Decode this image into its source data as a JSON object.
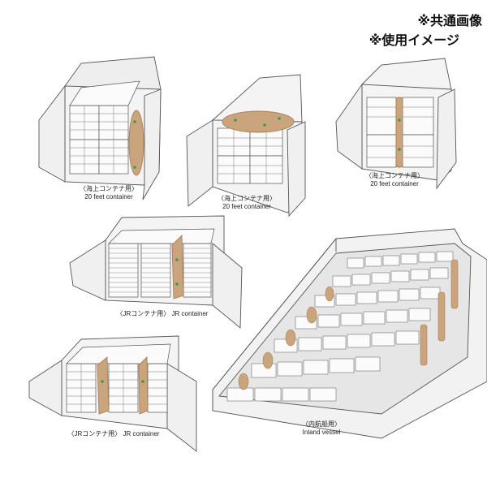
{
  "notes": {
    "common_image": "※共通画像",
    "usage_image": "※使用イメージ"
  },
  "figures": [
    {
      "id": "sea-20ft-side",
      "caption_ja": "〈海上コンテナ用〉",
      "caption_en": "20 feet container"
    },
    {
      "id": "sea-20ft-top",
      "caption_ja": "〈海上コンテナ用〉",
      "caption_en": "20 feet container"
    },
    {
      "id": "sea-20ft-middle",
      "caption_ja": "〈海上コンテナ用〉",
      "caption_en": "20 feet container"
    },
    {
      "id": "jr-1",
      "caption_ja": "〈JRコンテナ用〉",
      "caption_en": "JR container"
    },
    {
      "id": "jr-2",
      "caption_ja": "〈JRコンテナ用〉",
      "caption_en": "JR container"
    },
    {
      "id": "inland-vessel",
      "caption_ja": "〈内航船用〉",
      "caption_en": "Inland vessel"
    }
  ],
  "colors": {
    "line": "#555555",
    "container_fill": "#f4f4f4",
    "box_fill": "#fbfbfb",
    "dunnage_bag": "#c9a47c",
    "dunnage_bag_dark": "#a98058",
    "hook_green": "#3e9a4a"
  }
}
